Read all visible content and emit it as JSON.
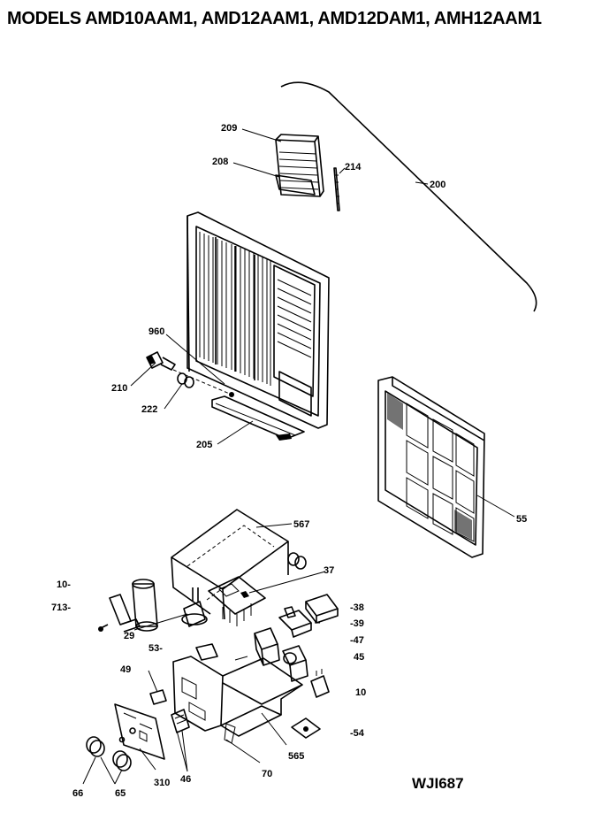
{
  "header": {
    "title": "MODELS AMD10AAM1, AMD12AAM1, AMD12DAM1, AMH12AAM1"
  },
  "drawing_id": "WJI687",
  "callouts": {
    "p209": "209",
    "p208": "208",
    "p214": "214",
    "p200": "200",
    "p960": "960",
    "p210": "210",
    "p222": "222",
    "p205": "205",
    "p55": "55",
    "p567": "567",
    "p37": "37",
    "p10a": "10-",
    "p713": "713-",
    "p29": "29",
    "p38": "-38",
    "p39": "-39",
    "p47": "-47",
    "p45": "45",
    "p53": "53-",
    "p49": "49",
    "p10b": "10",
    "p54": "-54",
    "p565": "565",
    "p70": "70",
    "p310": "310",
    "p46": "46",
    "p66": "66",
    "p65": "65"
  }
}
